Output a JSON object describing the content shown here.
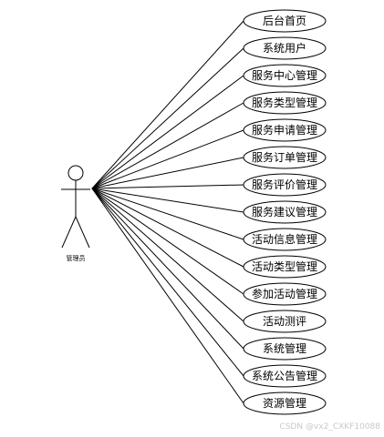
{
  "actor": {
    "label": "管理员"
  },
  "use_cases": [
    "后台首页",
    "系统用户",
    "服务中心管理",
    "服务类型管理",
    "服务申请管理",
    "服务订单管理",
    "服务评价管理",
    "服务建议管理",
    "活动信息管理",
    "活动类型管理",
    "参加活动管理",
    "活动测评",
    "系统管理",
    "系统公告管理",
    "资源管理"
  ],
  "watermark": "CSDN @vx2_CXKF10088"
}
